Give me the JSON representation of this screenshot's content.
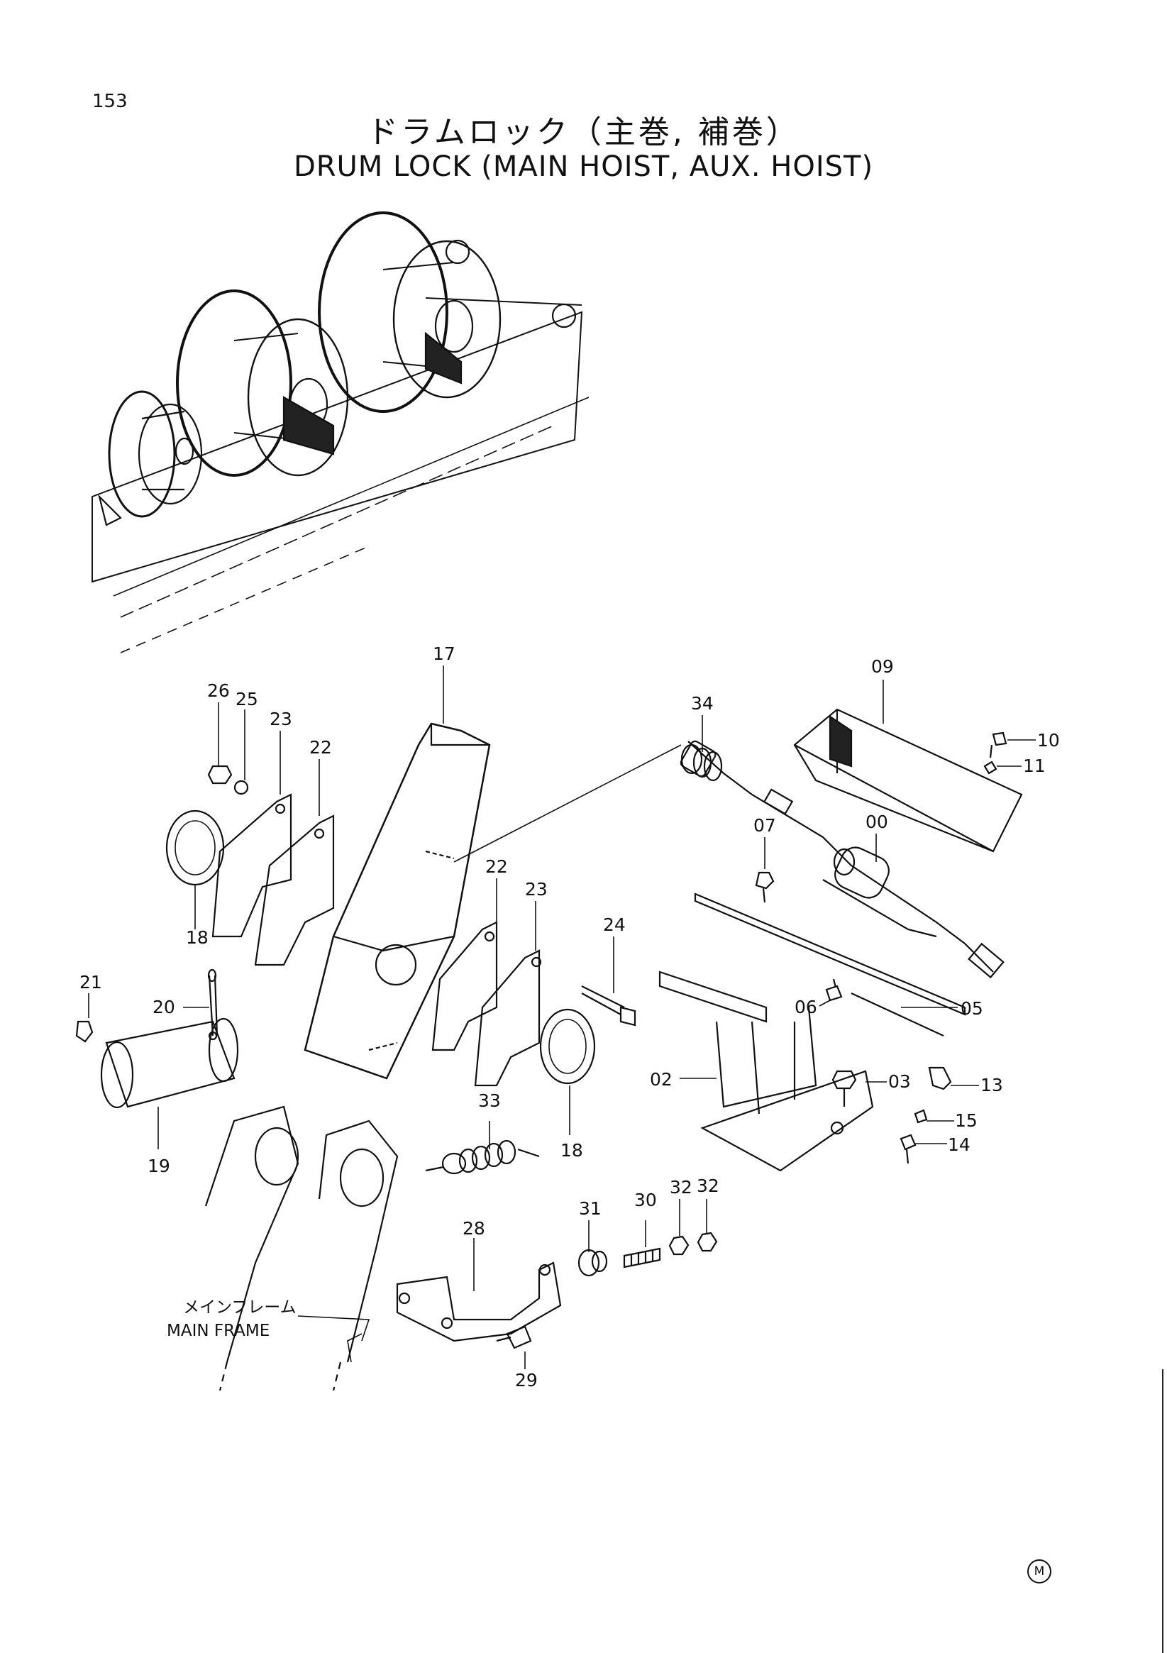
{
  "page_number": "153",
  "title_jp": "ドラムロック（主巻, 補巻）",
  "title_en": "DRUM LOCK (MAIN HOIST, AUX. HOIST)",
  "frame_label_jp": "メインフレーム",
  "frame_label_en": "MAIN FRAME",
  "mark_symbol": "M",
  "callouts": [
    "17",
    "09",
    "26",
    "25",
    "23",
    "22",
    "34",
    "10",
    "11",
    "07",
    "00",
    "18",
    "22",
    "23",
    "24",
    "21",
    "20",
    "06",
    "05",
    "02",
    "03",
    "13",
    "15",
    "14",
    "19",
    "18",
    "33",
    "31",
    "30",
    "32",
    "32",
    "28",
    "29"
  ]
}
